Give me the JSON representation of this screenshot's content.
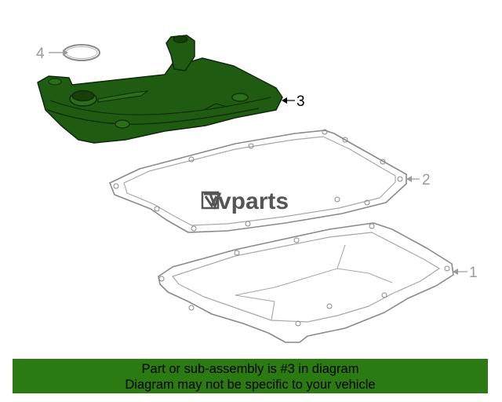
{
  "callouts": {
    "c1": "1",
    "c2": "2",
    "c3": "3",
    "c4": "4"
  },
  "parts": [
    {
      "callout": "1",
      "icon": "oil-pan-icon"
    },
    {
      "callout": "2",
      "icon": "pan-gasket-icon"
    },
    {
      "callout": "3",
      "icon": "transmission-filter-icon",
      "highlighted": true
    },
    {
      "callout": "4",
      "icon": "o-ring-seal-icon"
    }
  ],
  "watermark": {
    "text": "vparts",
    "logo_icon": "vparts-logo-icon"
  },
  "banner": {
    "line1": "Part or sub-assembly is #3 in diagram",
    "line2": "Diagram may not be specific to your vehicle"
  },
  "colors": {
    "highlight_part": "#1f5c12",
    "banner_background": "#2b7a12",
    "line_art": "#9a9a9a"
  }
}
